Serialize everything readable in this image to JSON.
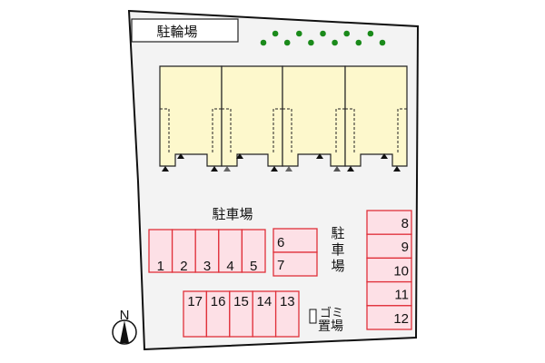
{
  "labels": {
    "bicycle_parking": "駐輪場",
    "parking_top": "駐車場",
    "parking_vertical": [
      "駐",
      "車",
      "場"
    ],
    "garbage_line1": "ゴミ",
    "garbage_line2": "置場",
    "north": "N"
  },
  "parking_rows": {
    "row_a": [
      "1",
      "2",
      "3",
      "4",
      "5"
    ],
    "row_b": [
      "6",
      "7"
    ],
    "row_c": [
      "8",
      "9",
      "10",
      "11",
      "12"
    ],
    "row_d": [
      "17",
      "16",
      "15",
      "14",
      "13"
    ]
  },
  "colors": {
    "lot_fill": "#f3f3f3",
    "building_fill": "#fdf8cc",
    "parking_fill": "#fde0e6",
    "parking_stroke": "#e0303a",
    "tree": "#1a8a1a"
  },
  "icons": {
    "compass": "north-arrow-icon",
    "tree": "tree-dot-icon",
    "entrance": "entrance-triangle-icon"
  }
}
